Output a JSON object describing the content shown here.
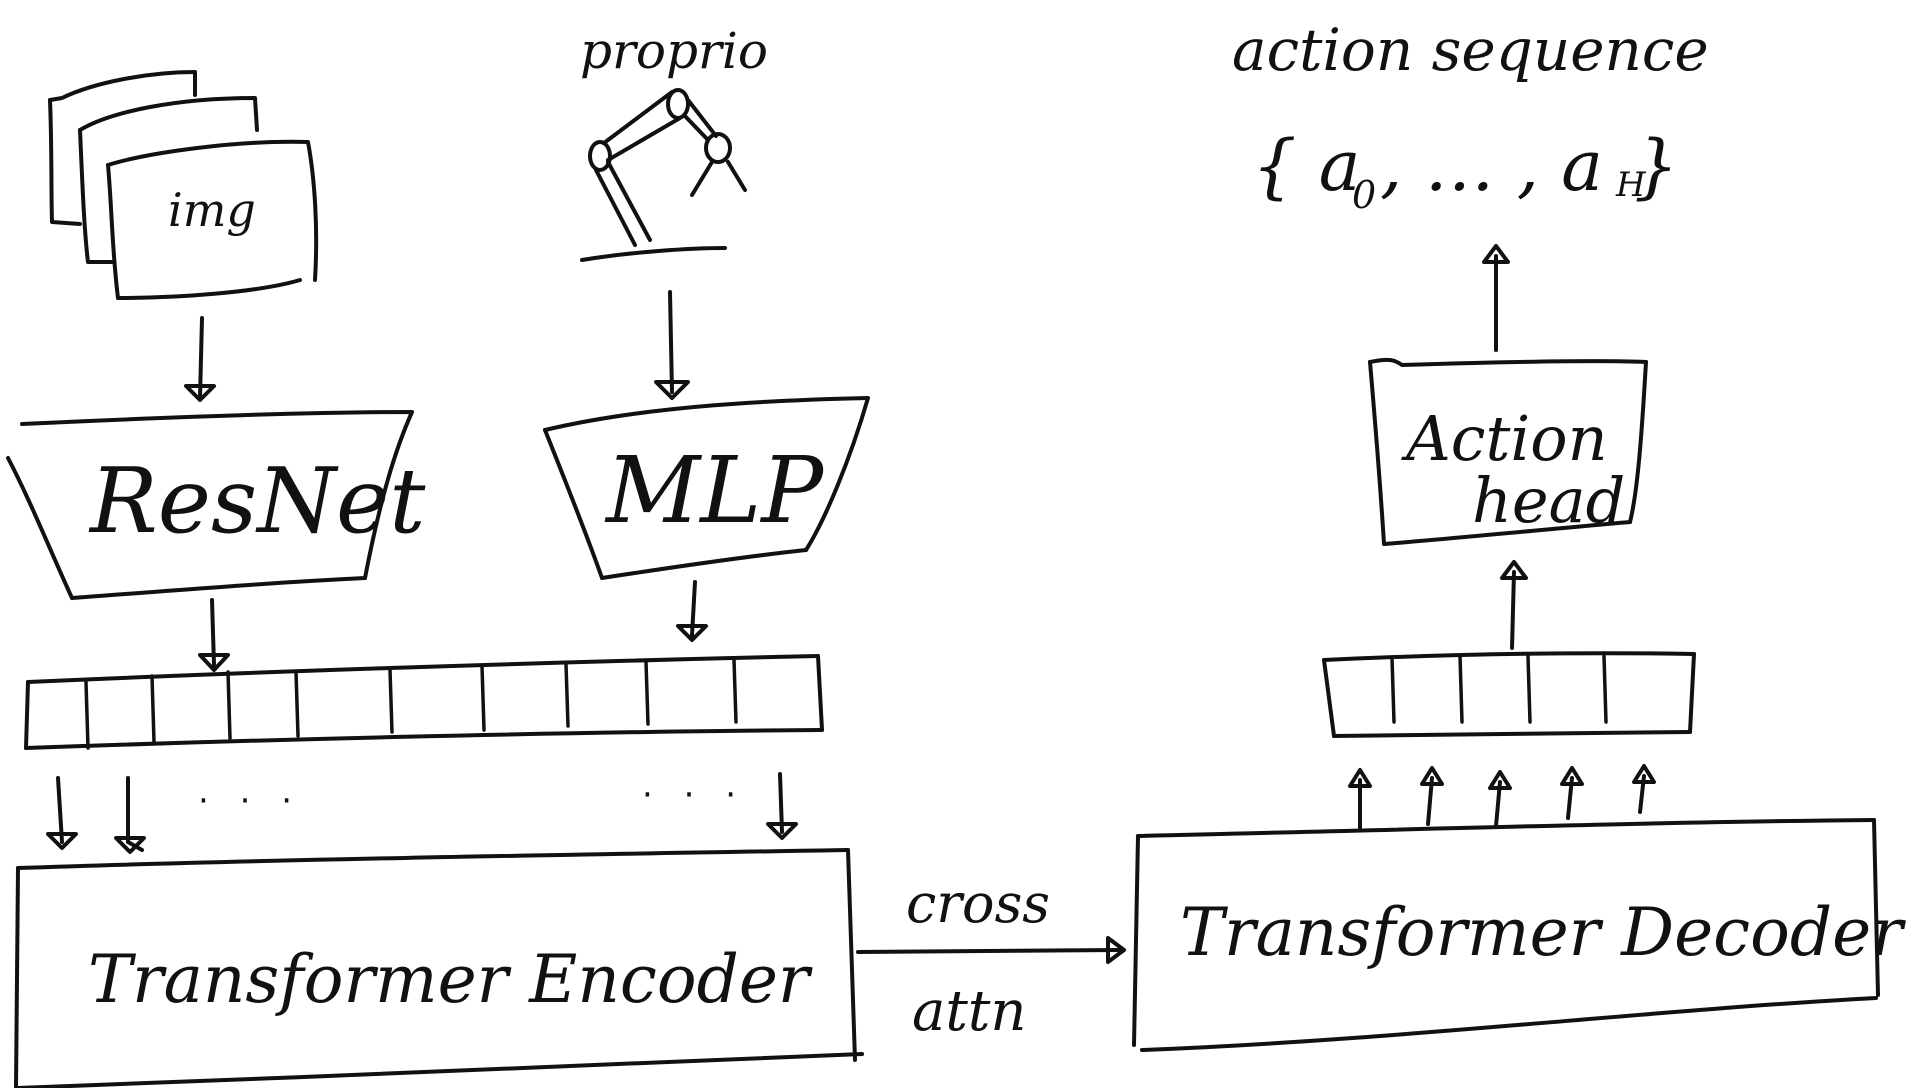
{
  "diagram": {
    "labels": {
      "img": "img",
      "proprio": "proprio",
      "resnet": "ResNet",
      "mlp": "MLP",
      "encoder": "Transformer  Encoder",
      "cross": "cross",
      "attn": "attn",
      "decoder": "Transformer  Decoder",
      "action_head_line1": "Action",
      "action_head_line2": "head",
      "output_title": "action  sequence",
      "output_seq_open": "{ a",
      "output_seq_sub0": "0",
      "output_seq_mid": ", … , a",
      "output_seq_subH": "H",
      "output_seq_close": "}"
    },
    "ellipses": {
      "encoder_left": "· · ·",
      "encoder_right": "· · ·"
    },
    "icons": {
      "image_stack": "image-stack-icon",
      "robot_arm": "robot-arm-icon"
    },
    "colors": {
      "ink": "#111111",
      "background": "#ffffff"
    }
  }
}
